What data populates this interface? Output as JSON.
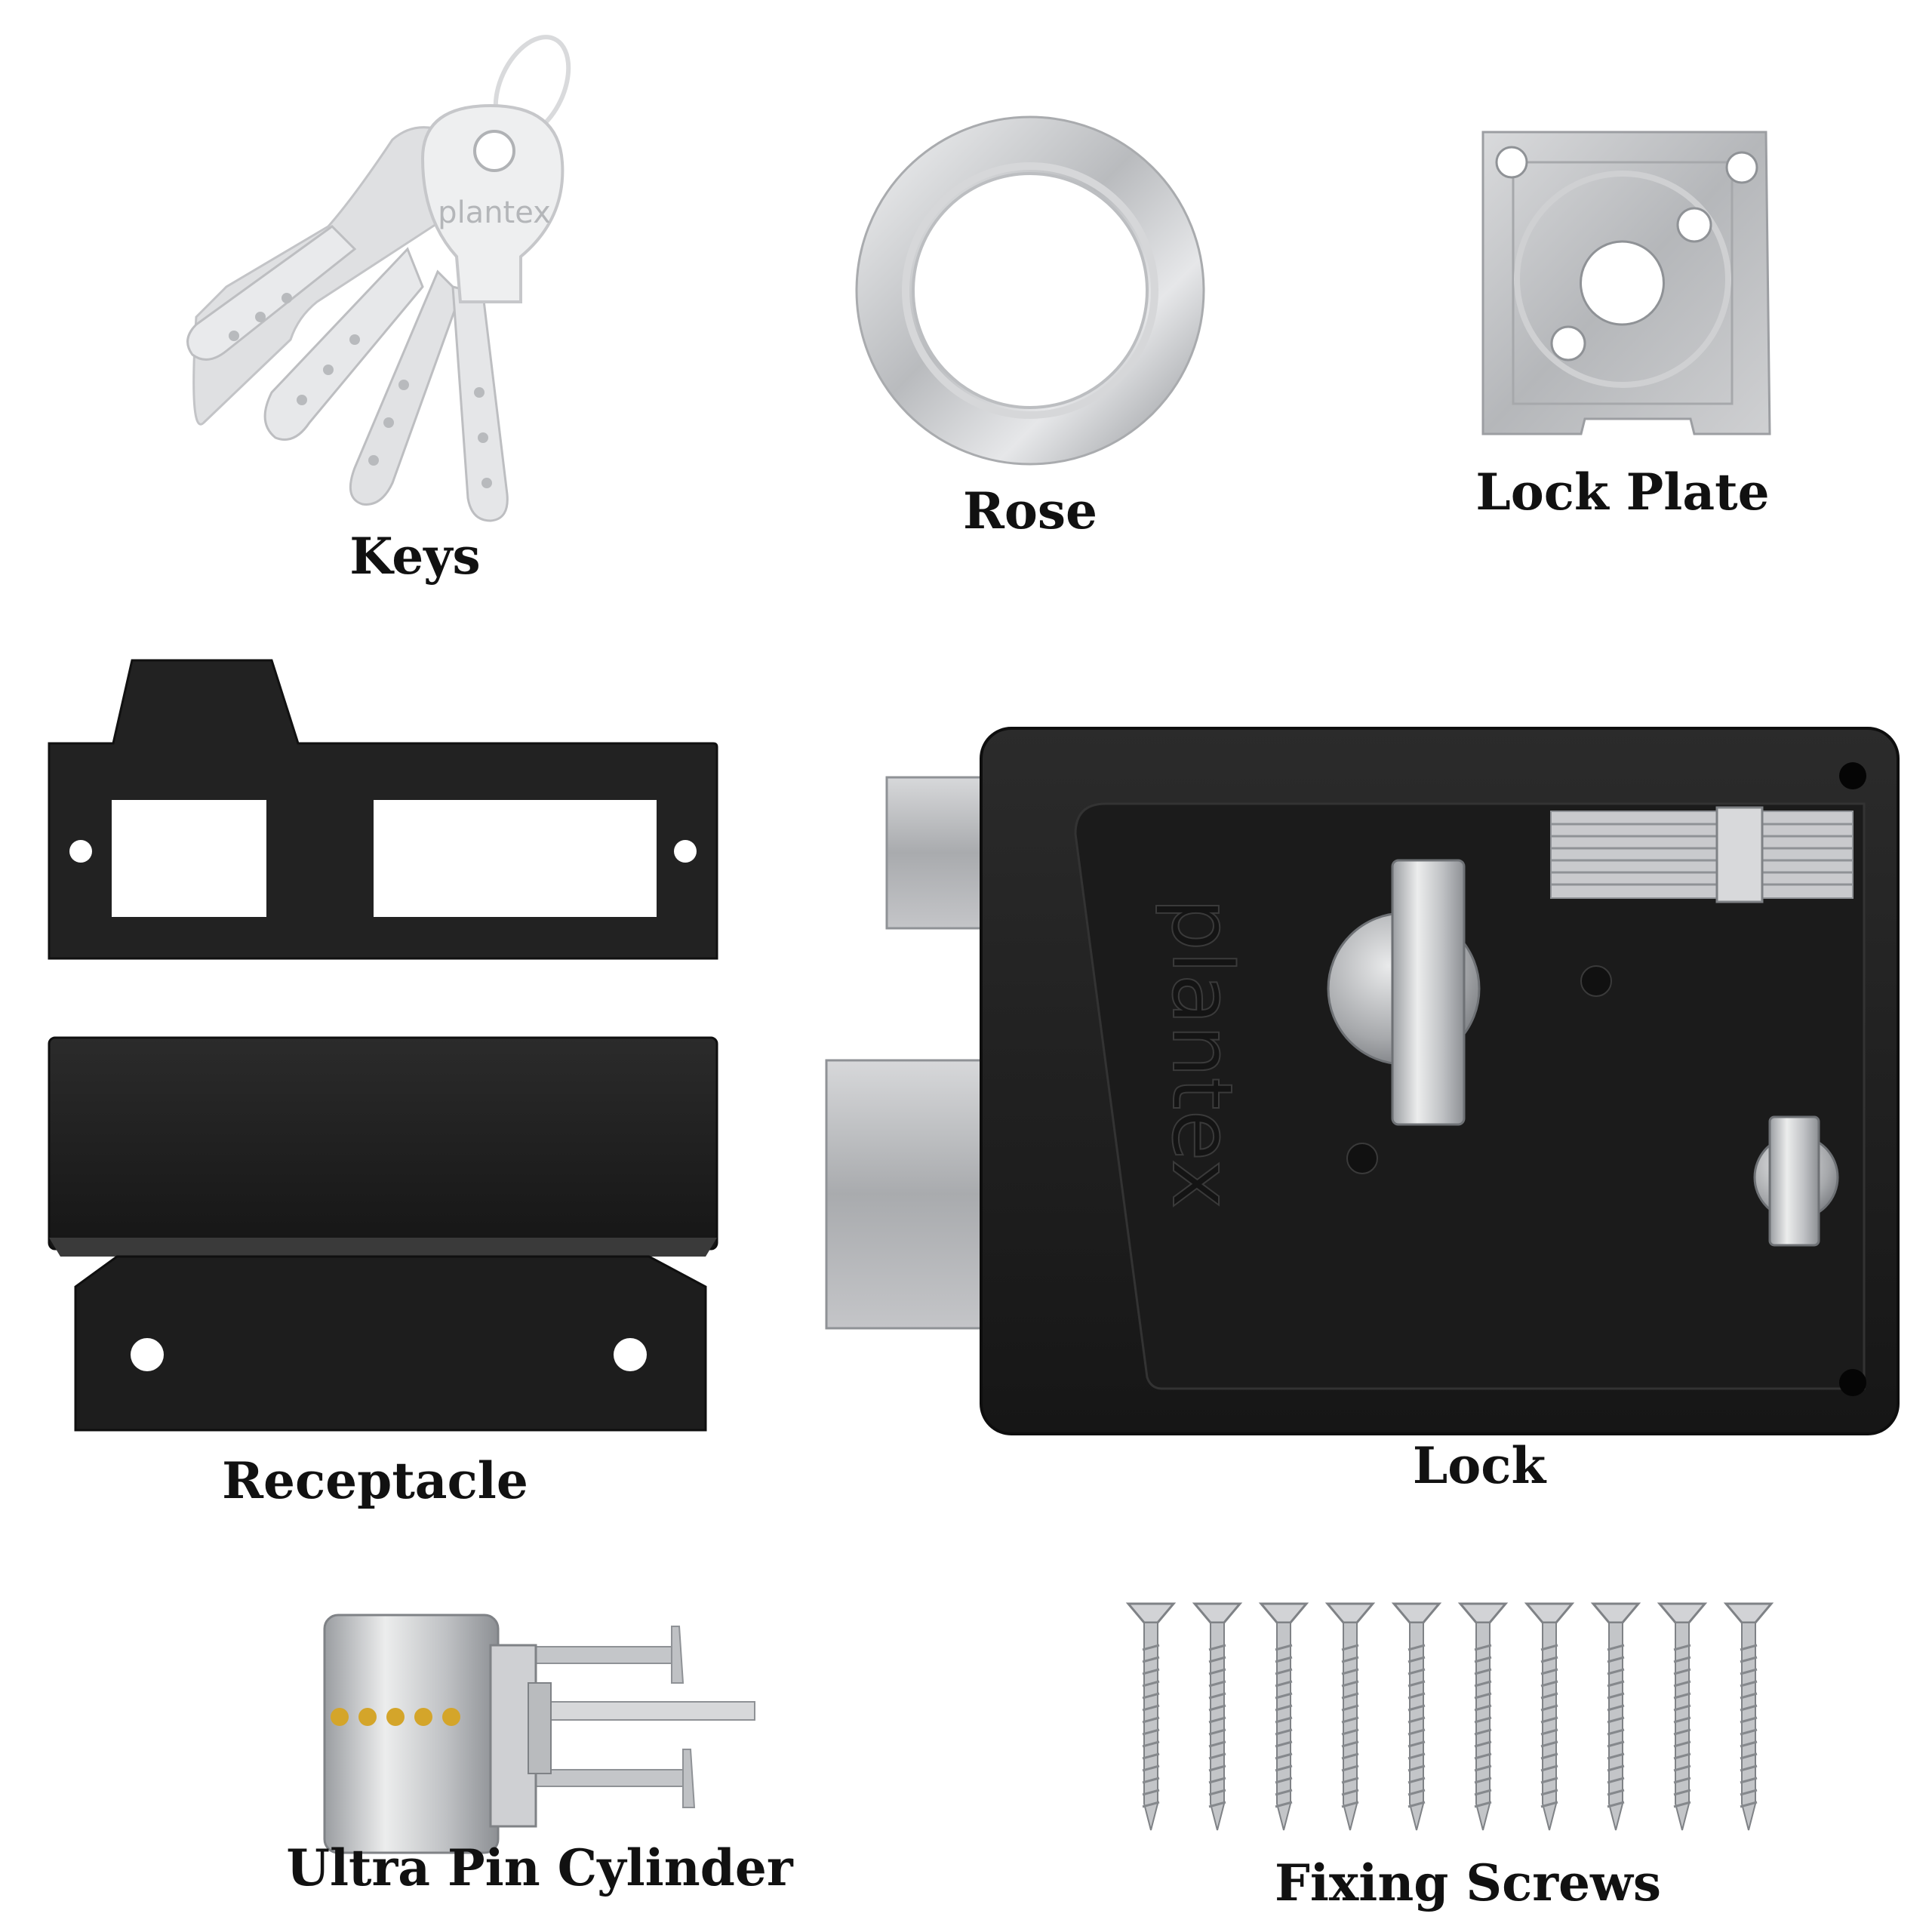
{
  "labels": {
    "keys": "Keys",
    "rose": "Rose",
    "lock_plate": "Lock Plate",
    "receptacle": "Receptacle",
    "lock": "Lock",
    "cylinder": "Ultra Pin Cylinder",
    "screws": "Fixing Screws"
  },
  "brand": {
    "key_logo": "plantex",
    "lock_logo": "plantex"
  },
  "counts": {
    "screws": 10,
    "cylinder_pins": 5
  },
  "colors": {
    "background": "#ffffff",
    "black_body": "#1e1e1e",
    "steel": "#c8c9cb",
    "brass_pin": "#d4a52a"
  }
}
